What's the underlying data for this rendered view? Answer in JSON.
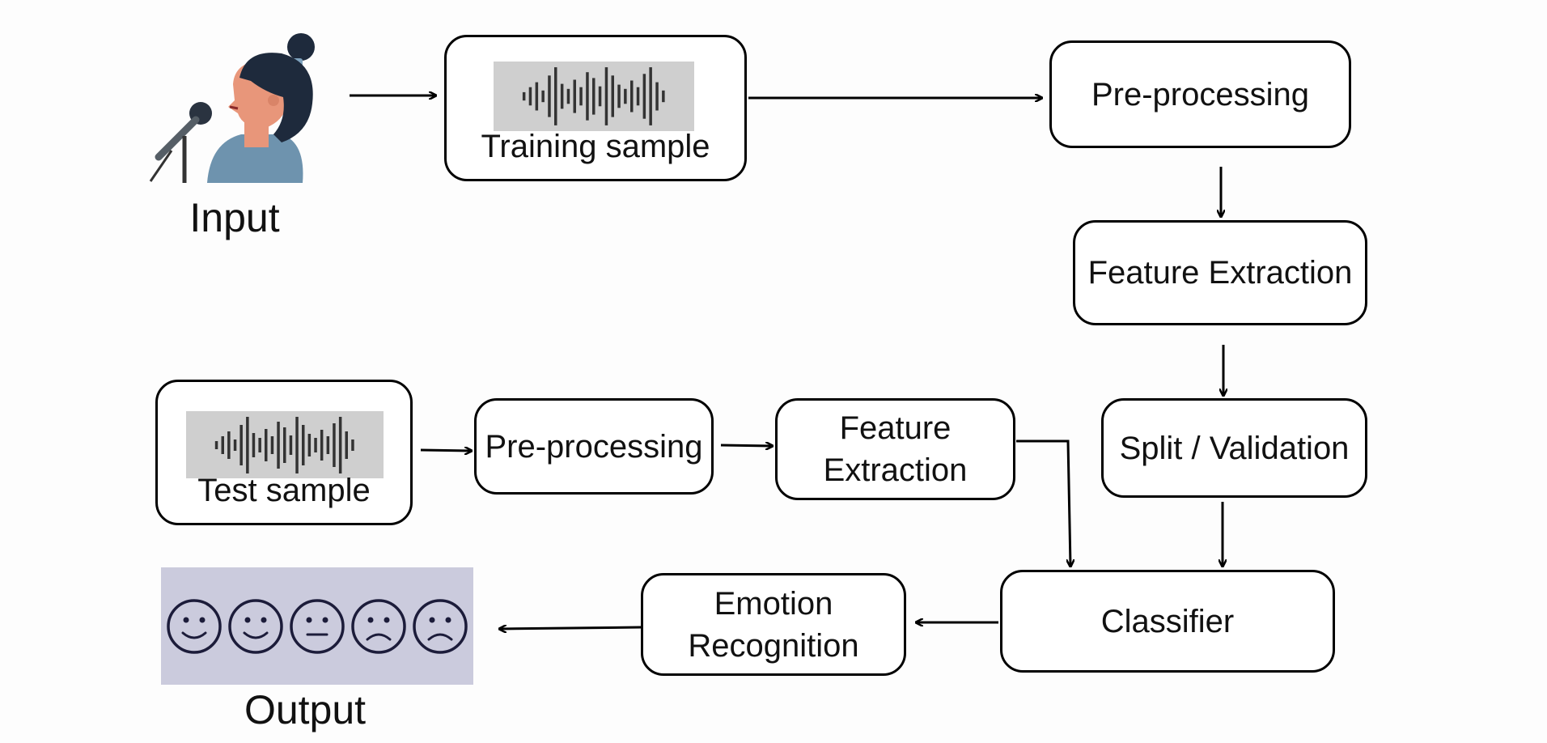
{
  "diagram": {
    "input_label": "Input",
    "training_sample": "Training sample",
    "test_sample": "Test sample",
    "train_preprocessing": "Pre-processing",
    "train_feature_extraction": "Feature Extraction",
    "split_validation": "Split / Validation",
    "test_preprocessing": "Pre-processing",
    "test_feature_extraction": "Feature\nExtraction",
    "classifier": "Classifier",
    "emotion_recognition": "Emotion\nRecognition",
    "output_label": "Output",
    "icons": [
      "speaker-with-microphone-icon",
      "waveform-icon",
      "smiley-faces-icon"
    ],
    "emotions": [
      "happy",
      "happy",
      "neutral",
      "sad",
      "sad"
    ],
    "colors": {
      "stroke": "#000000",
      "wave_bg": "#cfcfcf",
      "wave": "#333333",
      "emoji_bg": "#cbcbdd",
      "face_line": "#1c1c3a",
      "hair": "#1e2a3c",
      "skin": "#e8967a",
      "shirt": "#6e93ae"
    }
  }
}
